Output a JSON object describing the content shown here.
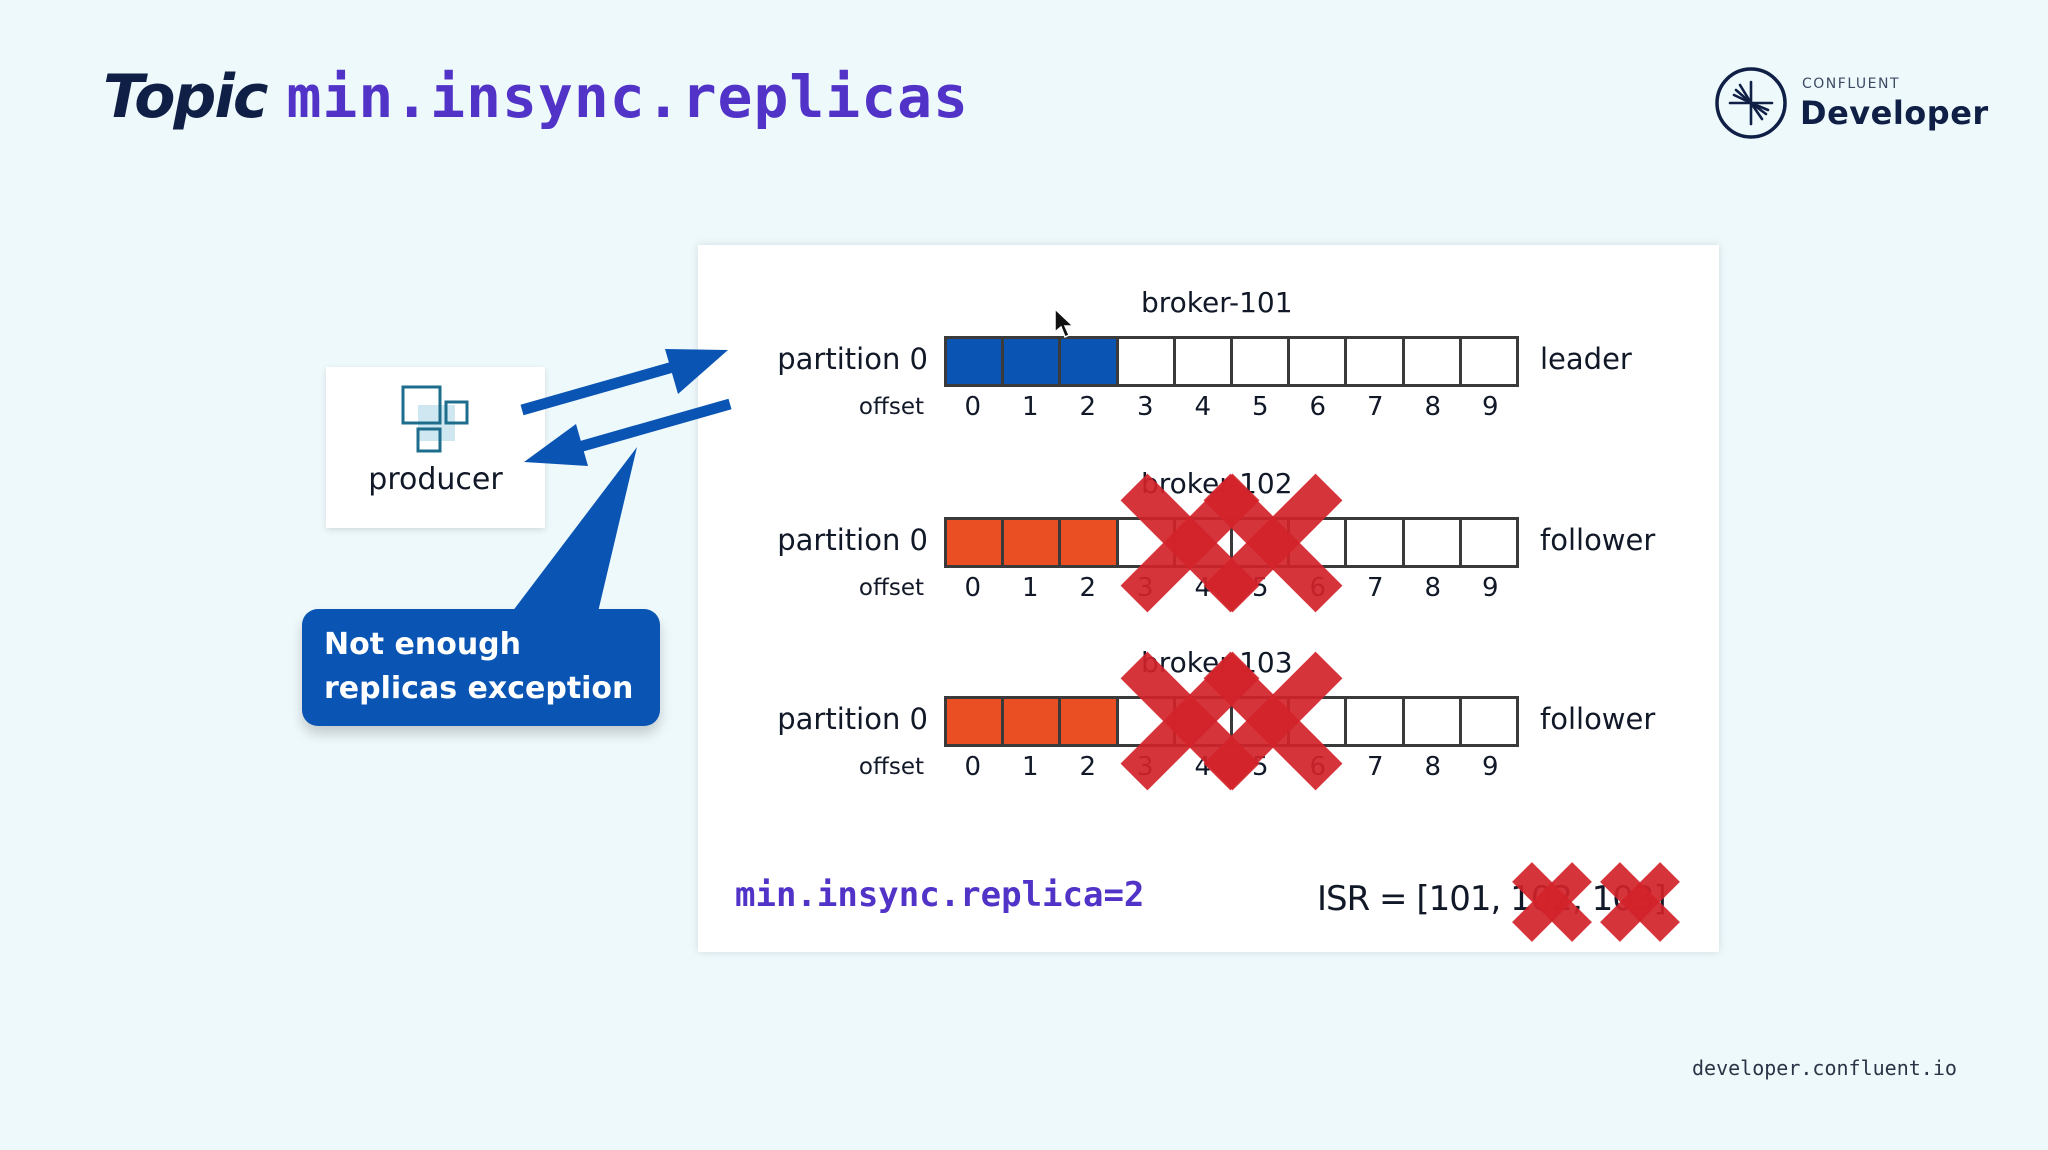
{
  "slide": {
    "title_word": "Topic",
    "title_code": "min.insync.replicas",
    "logo": {
      "small_text": "CONFLUENT",
      "big_text": "Developer",
      "icon": "confluent-starburst-icon"
    },
    "footer_url": "developer.confluent.io"
  },
  "producer": {
    "label": "producer",
    "icon": "producer-squares-icon"
  },
  "callout": {
    "text": "Not enough\nreplicas exception",
    "color": "#0a54b3"
  },
  "arrows": [
    {
      "direction": "producer-to-leader",
      "color": "#0a54b3"
    },
    {
      "direction": "leader-to-producer",
      "color": "#0a54b3"
    }
  ],
  "colors": {
    "leader_fill": "#0a54b3",
    "follower_fill": "#ea4e23",
    "empty_fill": "#ffffff",
    "failure_x": "#d2232a",
    "code_purple": "#5233c8",
    "title_navy": "#0f1f45"
  },
  "brokers": [
    {
      "name": "broker-101",
      "partition_label": "partition 0",
      "offset_label": "offset",
      "role": "leader",
      "filled_count": 3,
      "fill": "leader",
      "failed": false,
      "offsets": [
        "0",
        "1",
        "2",
        "3",
        "4",
        "5",
        "6",
        "7",
        "8",
        "9"
      ]
    },
    {
      "name": "broker-102",
      "partition_label": "partition 0",
      "offset_label": "offset",
      "role": "follower",
      "filled_count": 3,
      "fill": "follower",
      "failed": true,
      "offsets": [
        "0",
        "1",
        "2",
        "3",
        "4",
        "5",
        "6",
        "7",
        "8",
        "9"
      ]
    },
    {
      "name": "broker-103",
      "partition_label": "partition 0",
      "offset_label": "offset",
      "role": "follower",
      "filled_count": 3,
      "fill": "follower",
      "failed": true,
      "offsets": [
        "0",
        "1",
        "2",
        "3",
        "4",
        "5",
        "6",
        "7",
        "8",
        "9"
      ]
    }
  ],
  "config": {
    "text": "min.insync.replica=2"
  },
  "isr": {
    "text": "ISR = [101, 102, 103]",
    "removed": [
      "102",
      "103"
    ]
  }
}
